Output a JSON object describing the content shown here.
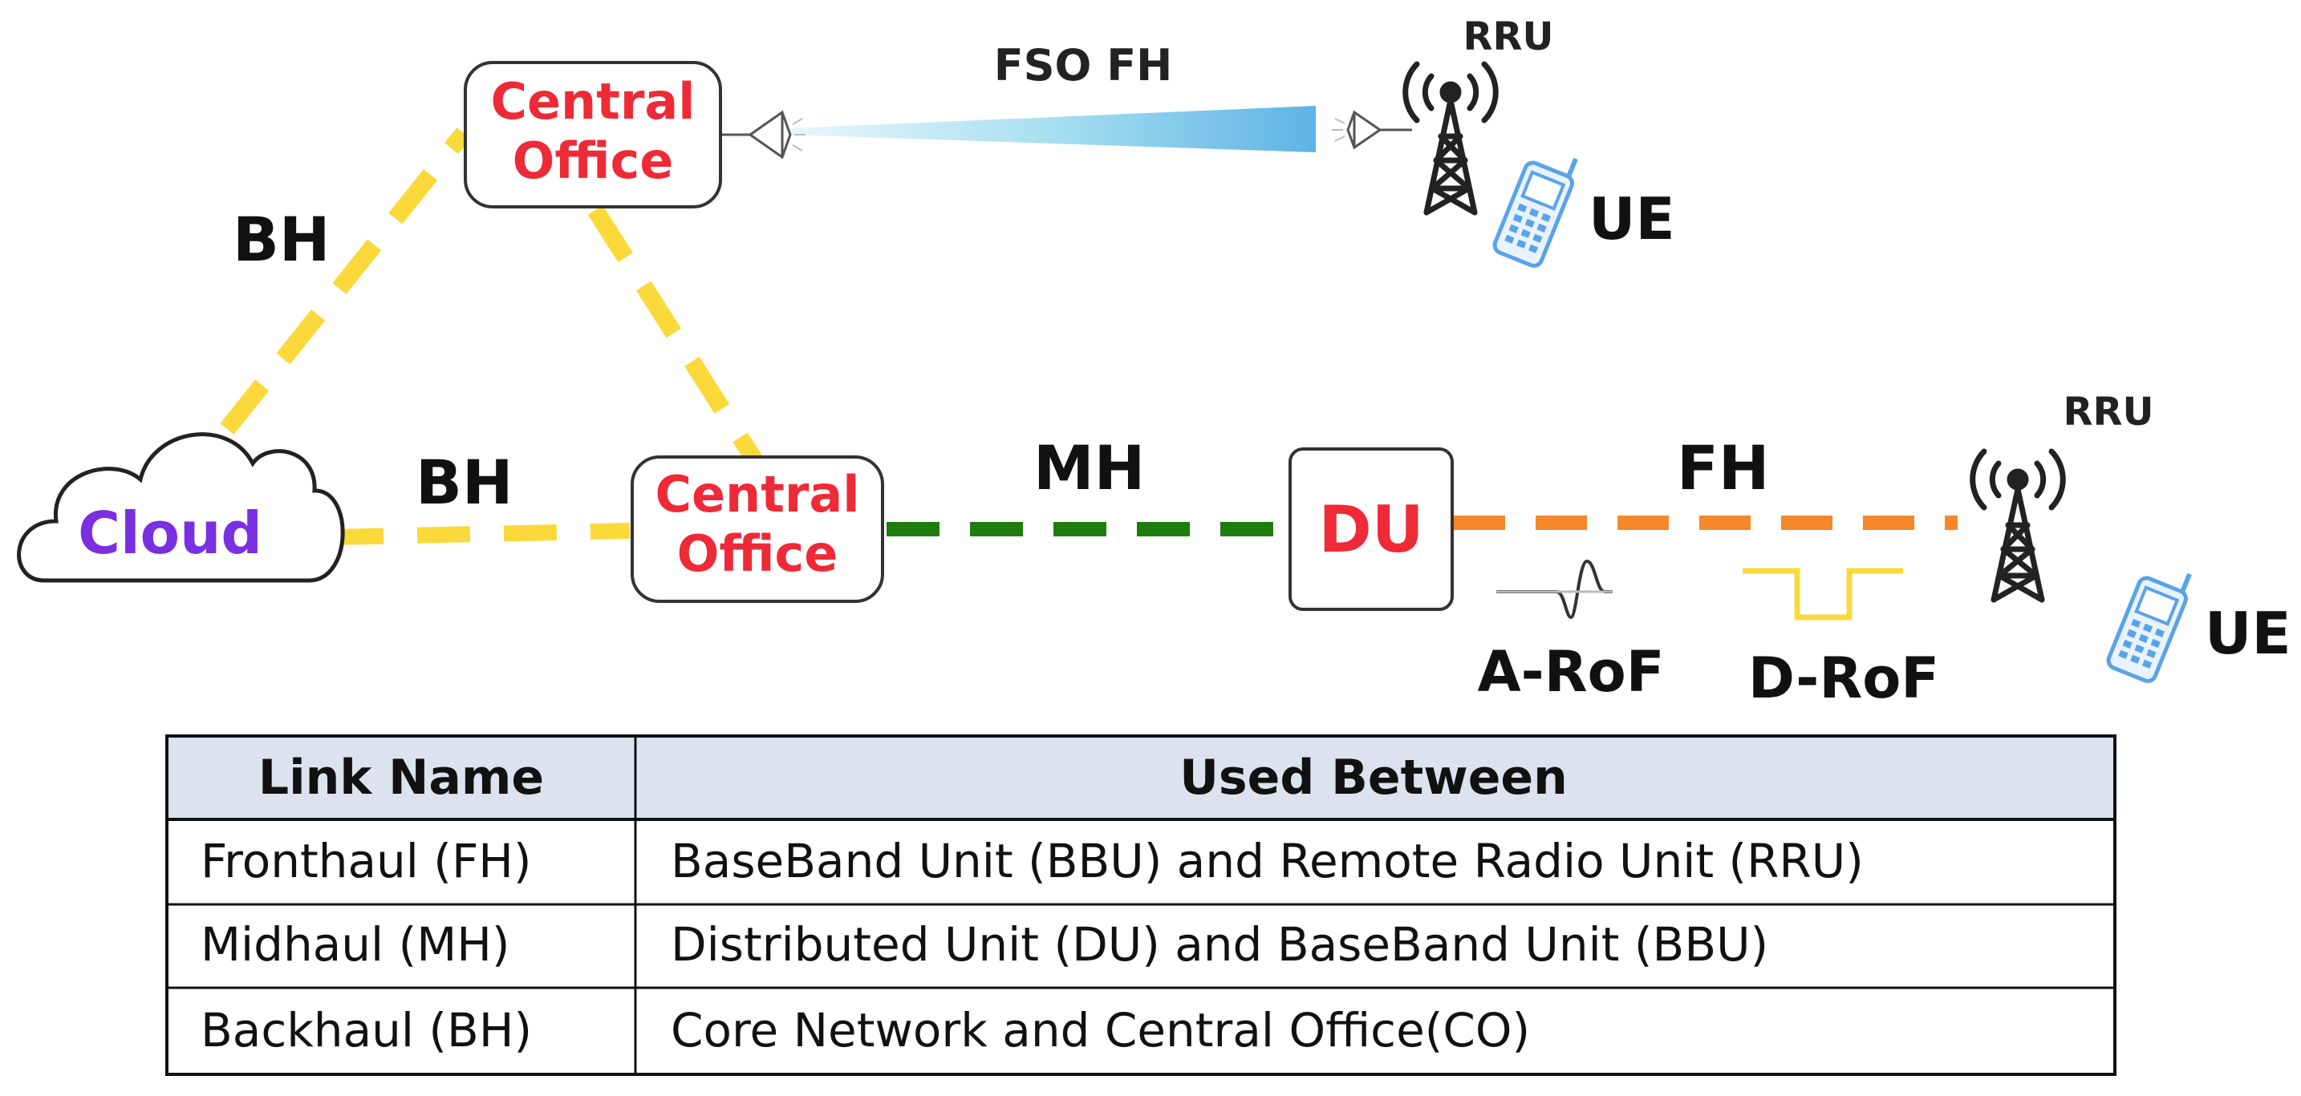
{
  "labels": {
    "fso_fh": "FSO FH",
    "rru_top": "RRU",
    "ue_top": "UE",
    "bh_left": "BH",
    "bh_bottom": "BH",
    "mh": "MH",
    "fh": "FH",
    "rru_bottom": "RRU",
    "ue_bottom": "UE",
    "arof": "A-RoF",
    "drof": "D-RoF"
  },
  "nodes": {
    "cloud": "Cloud",
    "co_top_line1": "Central",
    "co_top_line2": "Office",
    "co_mid_line1": "Central",
    "co_mid_line2": "Office",
    "du": "DU"
  },
  "colors": {
    "backhaul": "#fbd93a",
    "midhaul": "#1f7d10",
    "fronthaul": "#f4882a",
    "node_text": "#ee2a37",
    "cloud_text": "#7a2fe0",
    "table_header_bg": "#dce3ef",
    "phone": "#5aa3e8"
  },
  "icons": {
    "tower": "radio-tower-icon",
    "phone": "mobile-phone-icon",
    "cloud": "cloud-icon",
    "fso": "fso-transceiver-icon"
  },
  "table": {
    "headers": [
      "Link Name",
      "Used Between"
    ],
    "rows": [
      [
        "Fronthaul (FH)",
        "BaseBand Unit (BBU) and Remote Radio Unit (RRU)"
      ],
      [
        "Midhaul (MH)",
        "Distributed Unit (DU) and BaseBand Unit (BBU)"
      ],
      [
        "Backhaul (BH)",
        "Core Network and Central Office(CO)"
      ]
    ]
  }
}
